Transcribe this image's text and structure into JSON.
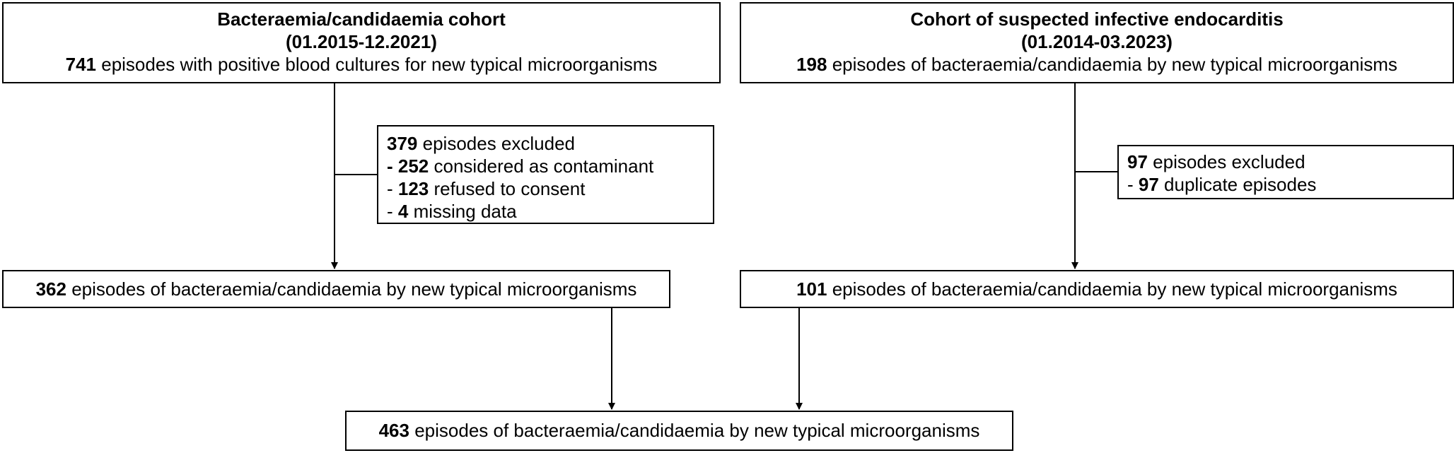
{
  "left_cohort": {
    "title": "Bacteraemia/candidaemia cohort",
    "period": "(01.2015-12.2021)",
    "count": "741",
    "description": "episodes with positive blood cultures for new typical microorganisms"
  },
  "right_cohort": {
    "title": "Cohort of suspected infective endocarditis",
    "period": "(01.2014-03.2023)",
    "count": "198",
    "description": "episodes of bacteraemia/candidaemia by new typical microorganisms"
  },
  "left_exclusion": {
    "count": "379",
    "label": "episodes excluded",
    "items": [
      {
        "prefix": "- ",
        "count": "252",
        "label": "considered as contaminant"
      },
      {
        "prefix": "- ",
        "count": "123",
        "label": "refused to consent"
      },
      {
        "prefix": "- ",
        "count": "4",
        "label": "missing data"
      }
    ]
  },
  "right_exclusion": {
    "count": "97",
    "label": "episodes excluded",
    "items": [
      {
        "prefix": "- ",
        "count": "97",
        "label": "duplicate episodes"
      }
    ]
  },
  "left_result": {
    "count": "362",
    "description": "episodes of bacteraemia/candidaemia by new typical microorganisms"
  },
  "right_result": {
    "count": "101",
    "description": "episodes of bacteraemia/candidaemia by new typical microorganisms"
  },
  "final": {
    "count": "463",
    "description": "episodes of bacteraemia/candidaemia by new typical microorganisms"
  }
}
